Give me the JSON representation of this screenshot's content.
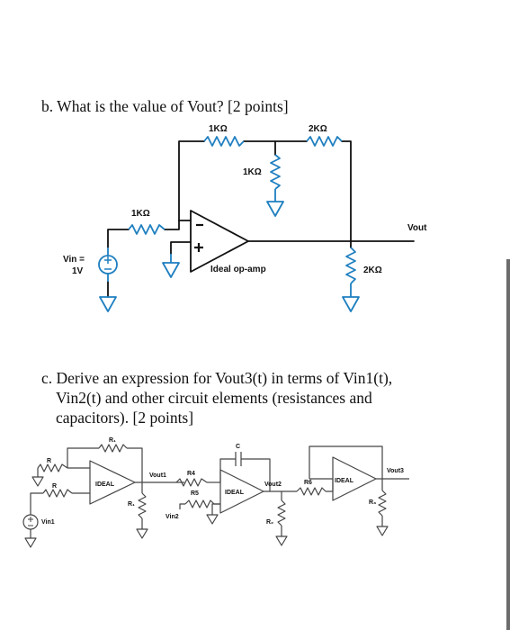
{
  "question_b": {
    "text": "b. What is the value of Vout? [2 points]",
    "circuit": {
      "r_top": "1KΩ",
      "r_top_right": "2KΩ",
      "r_mid": "1KΩ",
      "r_in": "1KΩ",
      "vin_line1": "Vin =",
      "vin_line2": "1V",
      "opamp_label": "Ideal op-amp",
      "vout": "Vout",
      "r_load": "2KΩ"
    }
  },
  "question_c": {
    "line1": "c. Derive an expression for Vout3(t) in terms of Vin1(t),",
    "line2": "Vin2(t) and other circuit elements (resistances and",
    "line3": "capacitors). [2 points]",
    "circuit": {
      "rf1": "R₁",
      "r_a": "R",
      "r_b": "R",
      "ideal1": "IDEAL",
      "vout1": "Vout1",
      "r4": "R4",
      "r5": "R5",
      "r1": "R₁",
      "vin2": "Vin2",
      "c": "C",
      "ideal2": "IDEAL",
      "vout2": "Vout2",
      "r2": "R₂",
      "r6": "R6",
      "ideal3": "IDEAL",
      "vout3": "Vout3",
      "r3": "R₃",
      "vin1": "Vin1"
    }
  },
  "colors": {
    "wire": "#111111",
    "component": "#1e7fc0"
  }
}
